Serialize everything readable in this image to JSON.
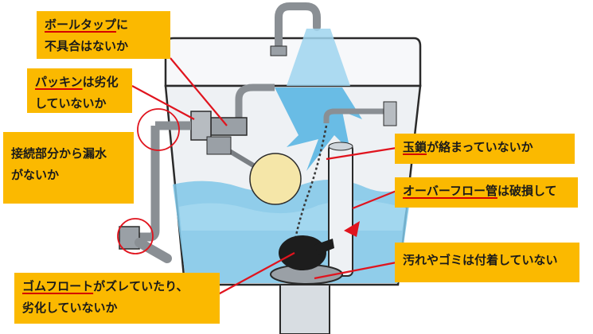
{
  "annotations": {
    "ball_tap": {
      "key": "ボールタップ",
      "rest": "に",
      "line2": "不具合はないか"
    },
    "packing": {
      "key": "パッキン",
      "rest": "は劣化",
      "line2": "していないか"
    },
    "joint": {
      "line1": "接続部分から漏水",
      "line2": "がないか"
    },
    "chain": {
      "key": "玉鎖",
      "rest": "が絡まっていないか"
    },
    "overflow": {
      "key": "オーバーフロー管",
      "rest": "は破損して"
    },
    "dirt": {
      "line1": "汚れやゴミは付着していない"
    },
    "flapper": {
      "key": "ゴムフロート",
      "rest": "がズレていたり、",
      "line2": "劣化していないか"
    }
  },
  "colors": {
    "label_bg": "#fbb900",
    "pointer": "#e0141e",
    "water": "#7fc7e8",
    "tank_body": "#f4f6f8",
    "outline": "#2a2a2a"
  }
}
